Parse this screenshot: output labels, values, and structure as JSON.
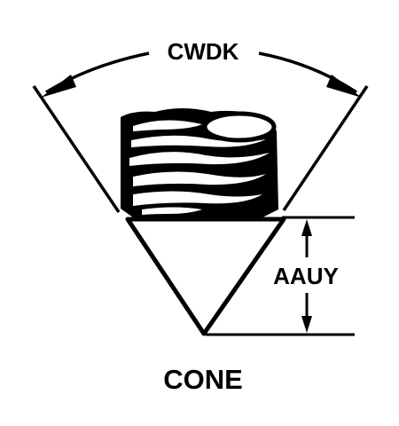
{
  "diagram": {
    "angle_label": "CWDK",
    "height_label": "AAUY",
    "caption": "CONE"
  },
  "colors": {
    "ink": "#000000",
    "background": "#ffffff"
  }
}
